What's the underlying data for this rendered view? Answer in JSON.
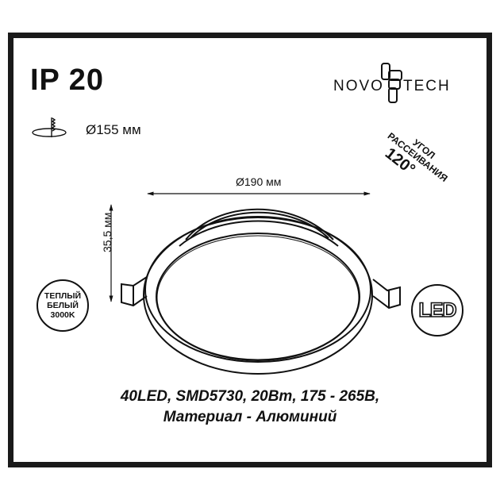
{
  "header": {
    "ip_rating": "IP 20",
    "cutout_label": "Ø155 мм",
    "brand": {
      "left": "NOVO",
      "right": "TECH"
    }
  },
  "drawing": {
    "diameter_label": "Ø190 мм",
    "height_label": "35,5 мм",
    "beam_angle": {
      "line1": "УГОЛ",
      "line2": "РАССЕИВАНИЯ",
      "value": "120°"
    }
  },
  "badges": {
    "color_temp": {
      "line1": "ТЕПЛЫЙ",
      "line2": "БЕЛЫЙ",
      "line3": "3000K"
    },
    "led": "LED"
  },
  "specs": {
    "line1": "40LED, SMD5730, 20Вm, 175 - 265В,",
    "line2": "Материал - Алюминий"
  },
  "icons": [
    "cutout-icon",
    "novotech-logo",
    "dimension-arrow",
    "led-badge"
  ],
  "colors": {
    "line": "#111111",
    "frame": "#1a1a1a",
    "background": "#ffffff"
  }
}
